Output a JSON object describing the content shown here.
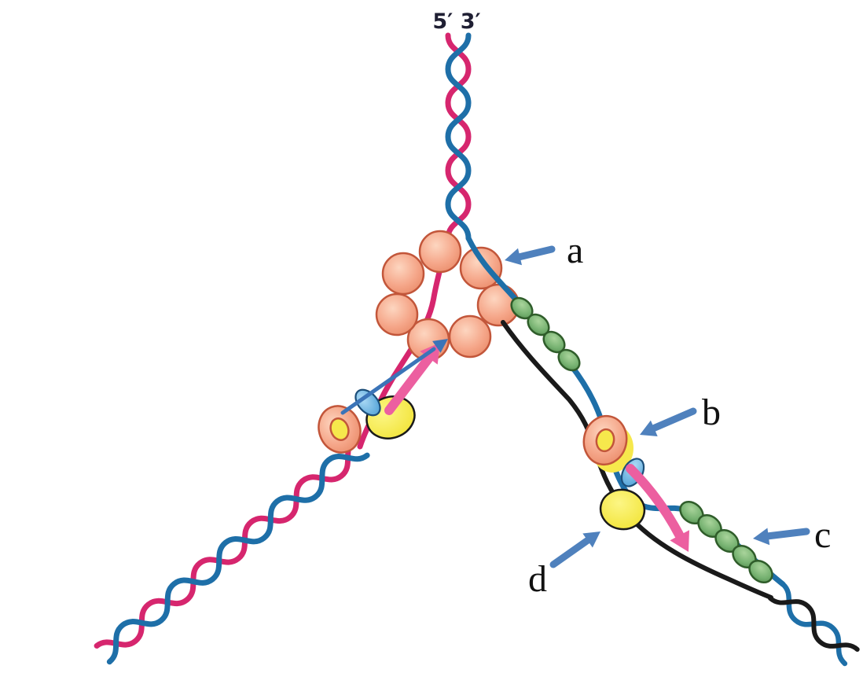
{
  "figure": {
    "type": "biology-diagram",
    "subject": "DNA replication fork with labeled protein components",
    "labels": {
      "strand_ends": "5′ 3′",
      "a": "a",
      "b": "b",
      "c": "c",
      "d": "d"
    },
    "palette": {
      "parental_pink": "#D6266E",
      "strand_blue": "#1E6FA8",
      "strand_black": "#1A1A1A",
      "protein_peach": "#F7AE92",
      "protein_peach_outline": "#C2563A",
      "bead_green": "#74B06F",
      "bead_green_outline": "#2F5D2A",
      "polymerase_yellow": "#F8EE4E",
      "teardrop_blue": "#5FB2E5",
      "arrow_pink": "#EC5FA0",
      "label_arrow_blue": "#4F81BD",
      "label_text": "#111111"
    }
  }
}
